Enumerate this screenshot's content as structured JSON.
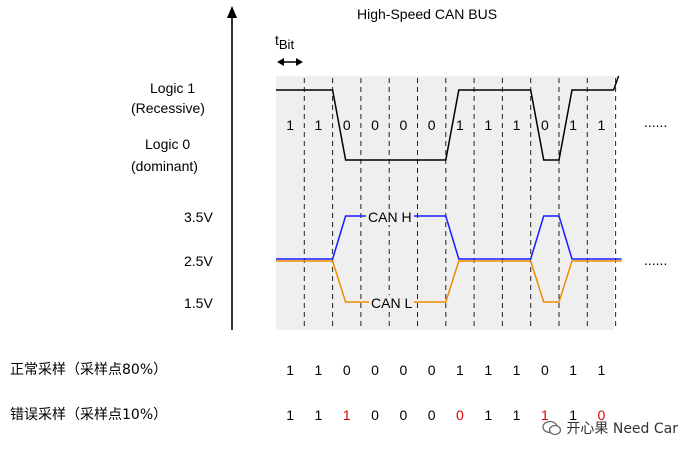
{
  "title": "High-Speed CAN BUS",
  "tbit": {
    "t": "t",
    "sub": "Bit"
  },
  "labels": {
    "logic1": "Logic 1",
    "recessive": "(Recessive)",
    "logic0": "Logic 0",
    "dominant": "(dominant)",
    "v35": "3.5V",
    "v25": "2.5V",
    "v15": "1.5V",
    "canh": "CAN H",
    "canl": "CAN L",
    "dots": "......"
  },
  "bits": [
    "1",
    "1",
    "0",
    "0",
    "0",
    "0",
    "1",
    "1",
    "1",
    "0",
    "1",
    "1"
  ],
  "rows": [
    {
      "label": "正常采样（采样点80%）",
      "values": [
        "1",
        "1",
        "0",
        "0",
        "0",
        "0",
        "1",
        "1",
        "1",
        "0",
        "1",
        "1"
      ],
      "errors": [
        false,
        false,
        false,
        false,
        false,
        false,
        false,
        false,
        false,
        false,
        false,
        false
      ]
    },
    {
      "label": "错误采样（采样点10%）",
      "values": [
        "1",
        "1",
        "1",
        "0",
        "0",
        "0",
        "0",
        "1",
        "1",
        "1",
        "1",
        "0"
      ],
      "errors": [
        false,
        false,
        true,
        false,
        false,
        false,
        true,
        false,
        false,
        true,
        false,
        true
      ]
    }
  ],
  "watermark": "开心果 Need Car",
  "colors": {
    "canh": "#1a1aff",
    "canl": "#f08c00",
    "grid": "#efefef",
    "error": "#e00000"
  }
}
